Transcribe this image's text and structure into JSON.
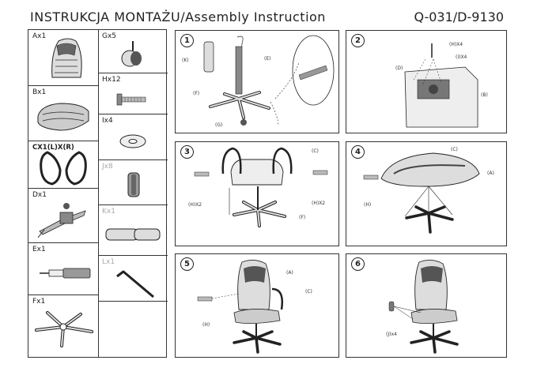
{
  "header": {
    "title": "INSTRUKCJA MONTAŻU/Assembly Instruction",
    "model": "Q-031/D-9130"
  },
  "parts": {
    "A": "Ax1",
    "B": "Bx1",
    "CX": "CX1(L)X(R)",
    "D": "Dx1",
    "E": "Ex1",
    "F": "Fx1",
    "G": "Gx5",
    "H": "Hx12",
    "I": "Ix4",
    "J": "Jx8",
    "K": "Kx1",
    "L": "Lx1"
  },
  "steps": [
    {
      "number": "1",
      "labels": {
        "K": "(K)",
        "E": "(E)",
        "F": "(F)",
        "G": "(G)"
      }
    },
    {
      "number": "2",
      "labels": {
        "H": "(H)X4",
        "I": "(I)X4",
        "D": "(D)",
        "B": "(B)"
      }
    },
    {
      "number": "3",
      "labels": {
        "C": "(C)",
        "HL": "(H)X2",
        "HR": "(H)X2",
        "F": "(F)"
      }
    },
    {
      "number": "4",
      "labels": {
        "C": "(C)",
        "A": "(A)",
        "H": "(H)"
      }
    },
    {
      "number": "5",
      "labels": {
        "A": "(A)",
        "C": "(C)",
        "H": "(H)"
      }
    },
    {
      "number": "6",
      "labels": {
        "J": "(J)x4"
      }
    }
  ]
}
